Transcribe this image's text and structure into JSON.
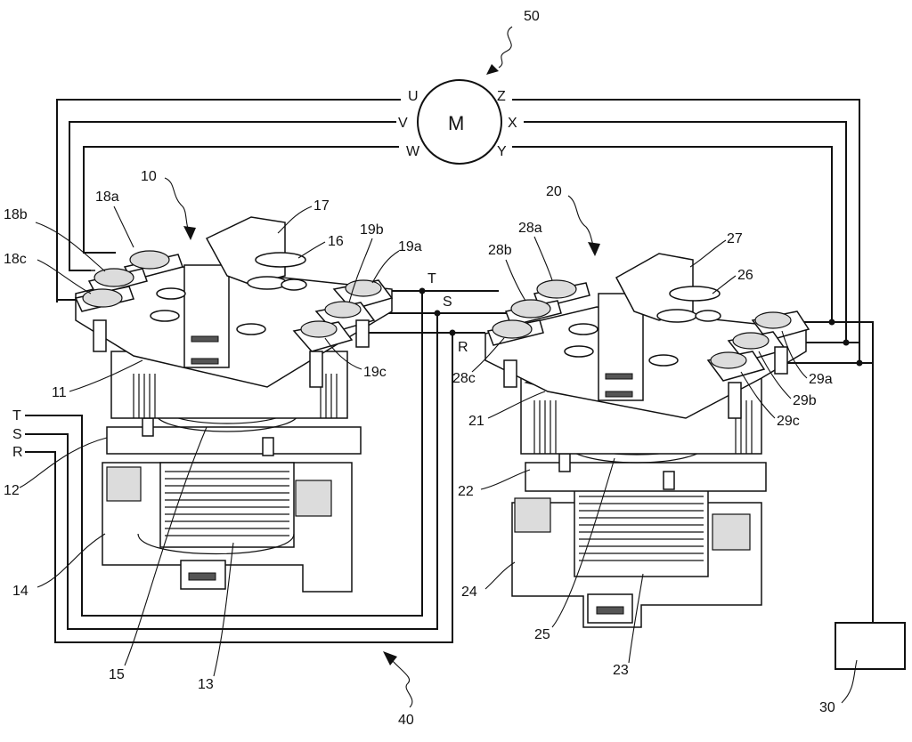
{
  "motor": {
    "label": "M",
    "ref": "50",
    "terminals": {
      "u": "U",
      "v": "V",
      "w": "W",
      "z": "Z",
      "x": "X",
      "y": "Y"
    }
  },
  "power_lines": {
    "t": "T",
    "s": "S",
    "r": "R"
  },
  "contactor_1": {
    "ref": "10",
    "parts": {
      "p11": "11",
      "p12": "12",
      "p13": "13",
      "p14": "14",
      "p15": "15",
      "p16": "16",
      "p17": "17",
      "p18a": "18a",
      "p18b": "18b",
      "p18c": "18c",
      "p19a": "19a",
      "p19b": "19b",
      "p19c": "19c"
    }
  },
  "contactor_2": {
    "ref": "20",
    "parts": {
      "p21": "21",
      "p22": "22",
      "p23": "23",
      "p24": "24",
      "p25": "25",
      "p26": "26",
      "p27": "27",
      "p28a": "28a",
      "p28b": "28b",
      "p28c": "28c",
      "p29a": "29a",
      "p29b": "29b",
      "p29c": "29c"
    }
  },
  "controller": {
    "ref": "30"
  },
  "wiring": {
    "ref": "40"
  }
}
